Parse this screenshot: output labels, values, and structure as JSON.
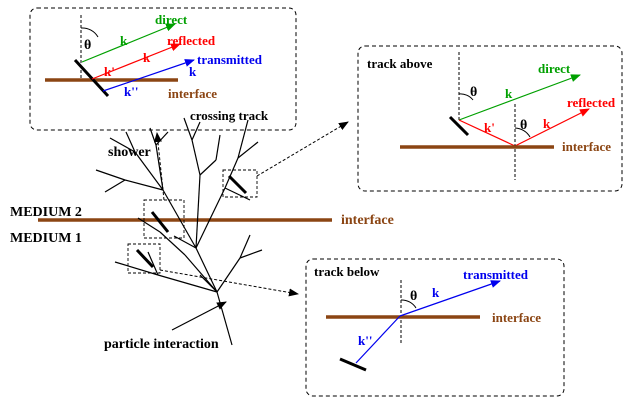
{
  "medium_top": "MEDIUM 2",
  "medium_bottom": "MEDIUM 1",
  "shower_label": "shower",
  "interaction_label": "particle interaction",
  "interface_label": "interface",
  "colors": {
    "interface": "#8b4513",
    "direct": "#00a000",
    "reflected": "#ff0000",
    "transmitted": "#0000ee"
  },
  "panel_crossing": {
    "caption": "crossing track",
    "theta": "θ",
    "direct": "direct",
    "reflected": "reflected",
    "transmitted": "transmitted",
    "k": "k",
    "k_prime": "k'",
    "k_dprime": "k''",
    "interface": "interface"
  },
  "panel_above": {
    "title": "track above",
    "theta": "θ",
    "direct": "direct",
    "reflected": "reflected",
    "k": "k",
    "k_prime": "k'",
    "interface": "interface"
  },
  "panel_below": {
    "title": "track below",
    "theta": "θ",
    "transmitted": "transmitted",
    "k": "k",
    "k_dprime": "k''",
    "interface": "interface"
  }
}
